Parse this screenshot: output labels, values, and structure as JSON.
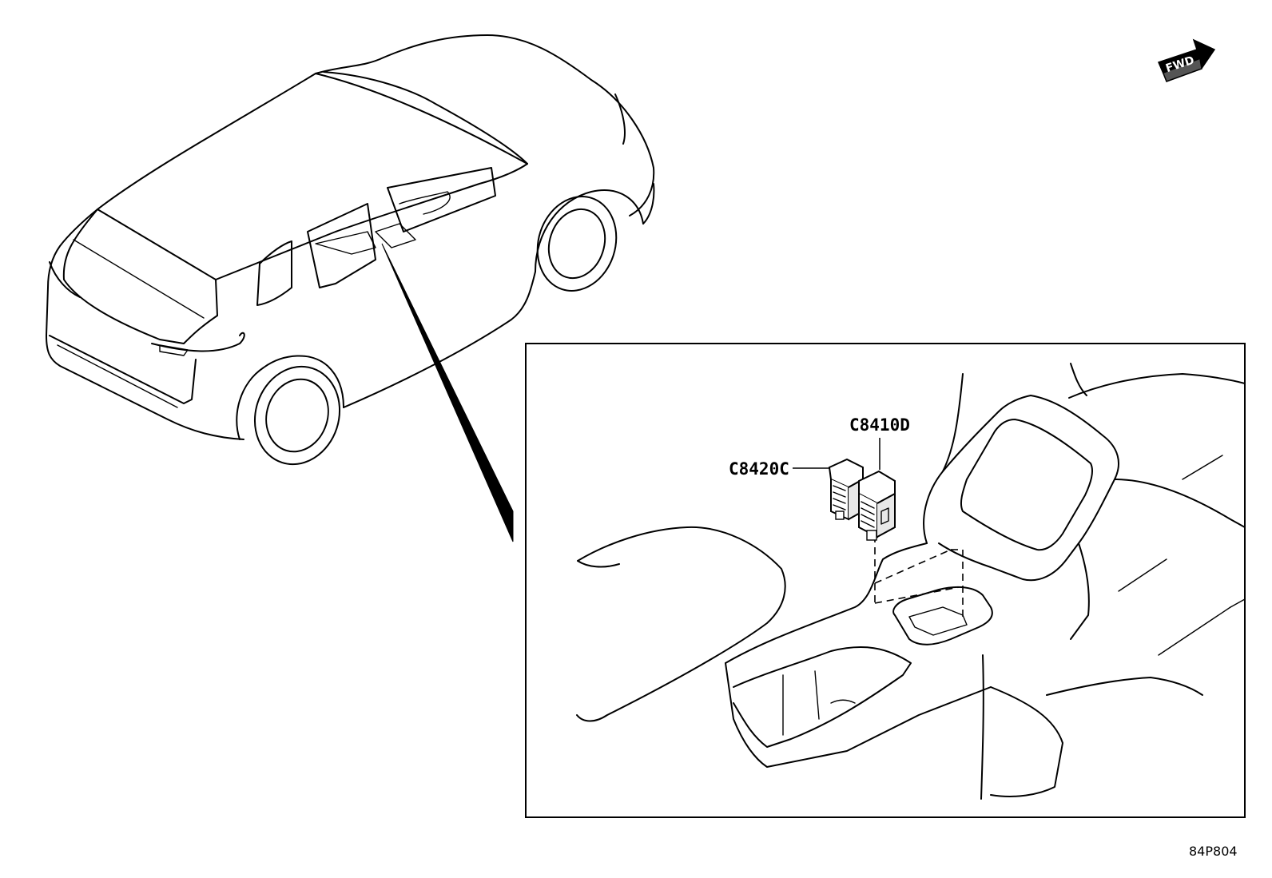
{
  "diagram": {
    "direction_badge": {
      "label": "FWD",
      "icon": "forward-arrow-icon"
    },
    "connectors": [
      {
        "id": "c8420c",
        "label": "C8420C"
      },
      {
        "id": "c8410d",
        "label": "C8410D"
      }
    ],
    "figure_code": "84P804"
  }
}
